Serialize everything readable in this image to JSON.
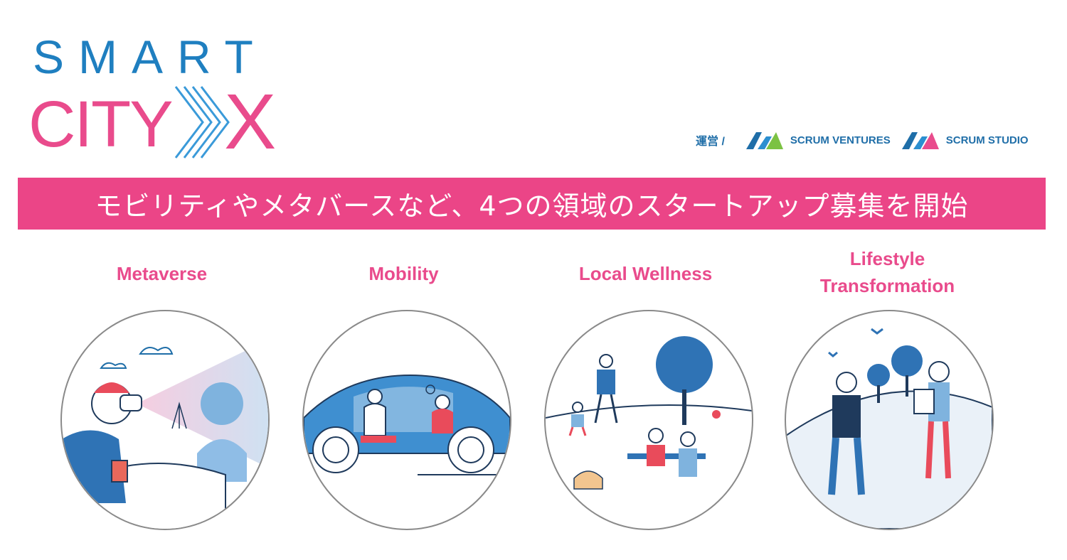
{
  "logo": {
    "line1": "SMART",
    "line2": "CITY",
    "mark": "X",
    "colors": {
      "blue": "#1f7fc0",
      "pink": "#e94b8c"
    }
  },
  "operator": {
    "label": "運営 /",
    "orgs": [
      {
        "name": "SCRUM VENTURES",
        "icon": "scrum-ventures-logo-icon"
      },
      {
        "name": "SCRUM STUDIO",
        "icon": "scrum-studio-logo-icon"
      }
    ]
  },
  "banner": {
    "text": "モビリティやメタバースなど、4つの領域のスタートアップ募集を開始",
    "color": "#eb4587"
  },
  "categories": [
    {
      "title": "Metaverse",
      "illustration": "vr-headset-illustration"
    },
    {
      "title": "Mobility",
      "illustration": "autonomous-car-illustration"
    },
    {
      "title": "Local Wellness",
      "illustration": "park-community-illustration"
    },
    {
      "title": "Lifestyle\nTransformation",
      "illustration": "recycling-exchange-illustration"
    }
  ]
}
